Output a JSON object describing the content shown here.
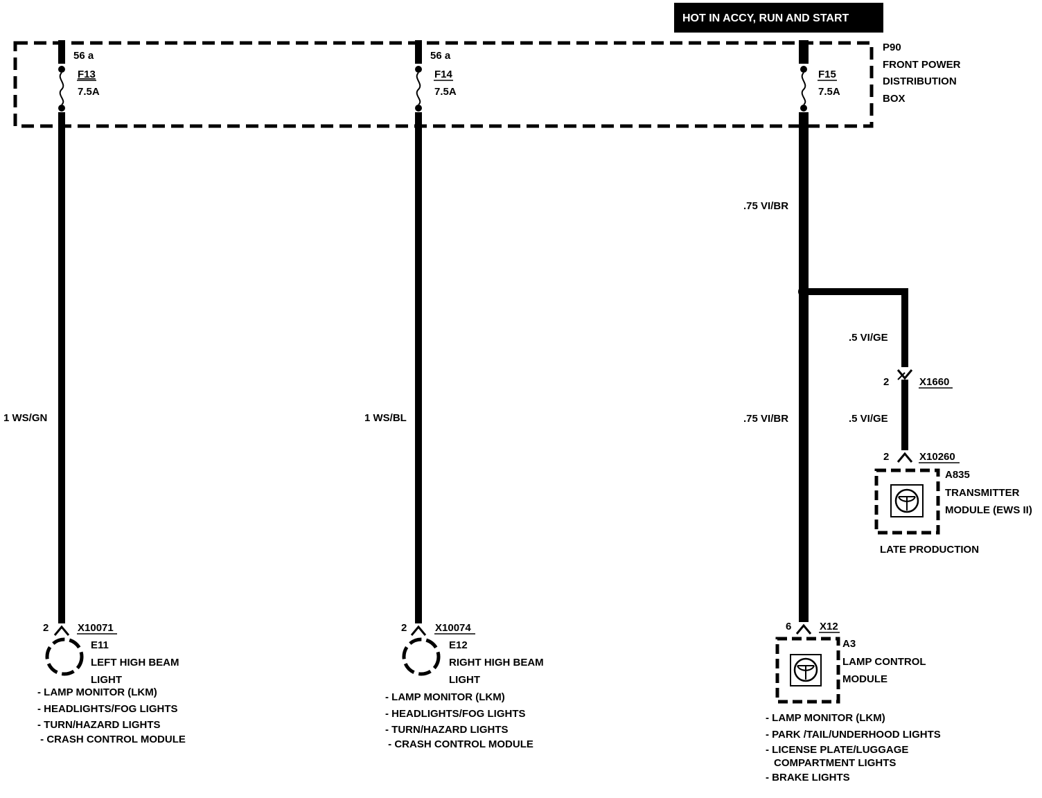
{
  "banner": "HOT IN ACCY, RUN AND START",
  "power_box": {
    "id": "P90",
    "name_line1": "FRONT POWER",
    "name_line2": "DISTRIBUTION",
    "name_line3": "BOX"
  },
  "fuses": [
    {
      "terminal": "56 a",
      "id": "F13",
      "rating": "7.5A"
    },
    {
      "terminal": "56 a",
      "id": "F14",
      "rating": "7.5A"
    },
    {
      "id": "F15",
      "rating": "7.5A"
    }
  ],
  "wires": {
    "w1": "1 WS/GN",
    "w2": "1 WS/BL",
    "w3_top": ".75 VI/BR",
    "w3_bottom": ".75 VI/BR",
    "w4_top": ".5 VI/GE",
    "w4_bottom": ".5 VI/GE"
  },
  "connectors": {
    "x1660": {
      "pin": "2",
      "id": "X1660"
    },
    "x10260": {
      "pin": "2",
      "id": "X10260"
    },
    "x10071": {
      "pin": "2",
      "id": "X10071"
    },
    "x10074": {
      "pin": "2",
      "id": "X10074"
    },
    "x12": {
      "pin": "6",
      "id": "X12"
    }
  },
  "components": {
    "a835": {
      "id": "A835",
      "line1": "TRANSMITTER",
      "line2": "MODULE (EWS II)",
      "note": "LATE PRODUCTION"
    },
    "e11": {
      "id": "E11",
      "line1": "LEFT HIGH BEAM",
      "line2": "LIGHT"
    },
    "e12": {
      "id": "E12",
      "line1": "RIGHT HIGH BEAM",
      "line2": "LIGHT"
    },
    "a3": {
      "id": "A3",
      "line1": "LAMP CONTROL",
      "line2": "MODULE"
    }
  },
  "refs": {
    "e11": [
      "- LAMP MONITOR (LKM)",
      "- HEADLIGHTS/FOG LIGHTS",
      "- TURN/HAZARD LIGHTS",
      " - CRASH CONTROL MODULE"
    ],
    "e12": [
      "- LAMP MONITOR (LKM)",
      "- HEADLIGHTS/FOG LIGHTS",
      "- TURN/HAZARD LIGHTS",
      " - CRASH CONTROL MODULE"
    ],
    "a3": [
      "- LAMP MONITOR (LKM)",
      "- PARK /TAIL/UNDERHOOD LIGHTS",
      "- LICENSE PLATE/LUGGAGE",
      "COMPARTMENT LIGHTS",
      "- BRAKE LIGHTS"
    ]
  }
}
